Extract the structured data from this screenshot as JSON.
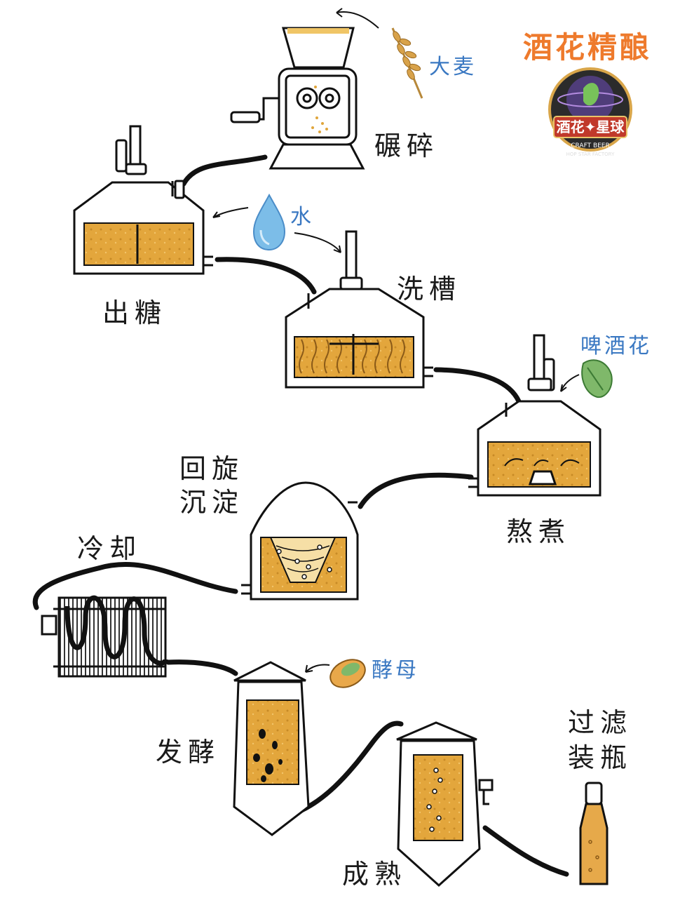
{
  "title": "酒花精酿",
  "logo": {
    "name": "酒花✦星球",
    "sub": "CRAFT BEER",
    "arc": "HOP STAR FACTORY"
  },
  "steps": {
    "milling": "碾碎",
    "mashing": "出糖",
    "lautering": "洗槽",
    "boiling": "煮",
    "boiling_full": "熬煮",
    "whirlpool_line1": "回旋",
    "whirlpool_line2": "沉淀",
    "cooling": "冷却",
    "fermentation": "发酵",
    "maturation": "成熟",
    "bottling_line1": "过滤",
    "bottling_line2": "装瓶"
  },
  "ingredients": {
    "barley": "大麦",
    "water": "水",
    "hops": "啤酒花",
    "yeast": "酵母"
  },
  "colors": {
    "ink": "#1a1a1a",
    "wort": "#e0a53a",
    "wort_light": "#f0c566",
    "accent_title": "#ee7a2c",
    "ingredient_text": "#3a78c2",
    "water_drop": "#5aa7e0",
    "hop_leaf": "#5a9a48",
    "yeast_cake": "#d58a2a"
  }
}
